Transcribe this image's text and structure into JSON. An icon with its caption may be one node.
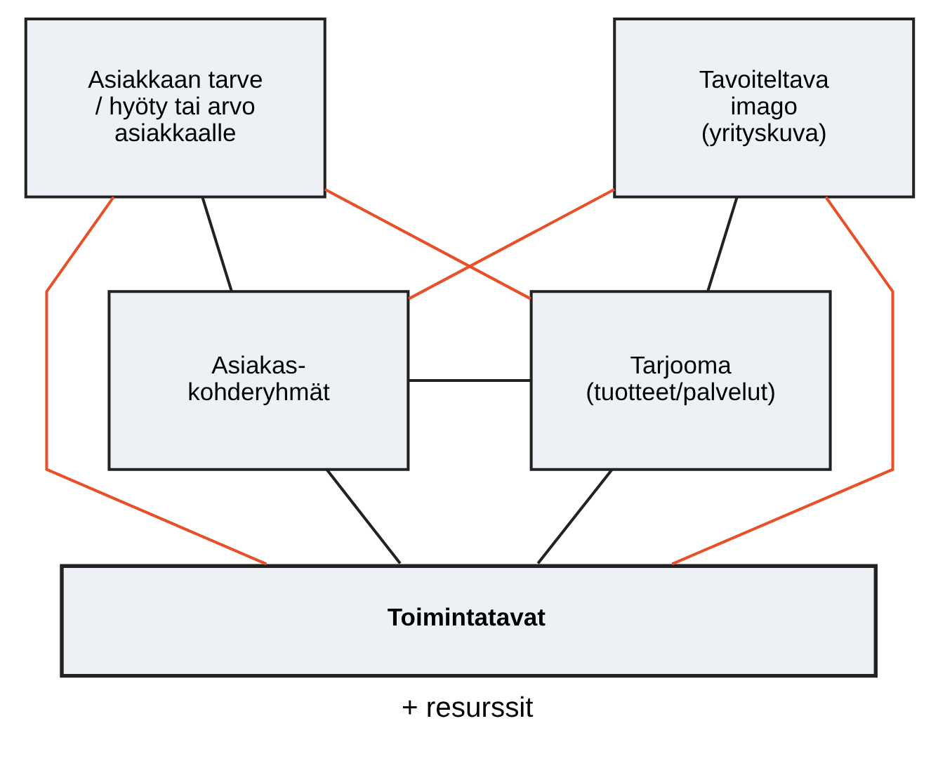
{
  "diagram": {
    "nodes": [
      {
        "text": [
          "Asiakkaan tarve / hyöty tai arvo asiakkaalle"
        ]
      },
      {
        "text": [
          "Tavoiteltava imago (yrityskuva)"
        ]
      },
      {
        "text": [
          "Asiakas- kohderyhmät"
        ]
      },
      {
        "text": [
          "Tarjooma (tuotteet/palvelut)"
        ]
      },
      {
        "text": [
          "Toimintatavat"
        ],
        "beside": [
          "+ resurssit"
        ]
      }
    ],
    "edges": [
      {
        "from": 0,
        "to": 2,
        "arrow": "none"
      },
      {
        "from": 1,
        "to": 3,
        "arrow": "none"
      },
      {
        "from": 0,
        "to": 3,
        "arrow": "none",
        "color": "#e8502a"
      },
      {
        "from": 1,
        "to": 2,
        "arrow": "none",
        "color": "#e8502a"
      },
      {
        "from": 2,
        "to": 3,
        "arrow": "none"
      },
      {
        "from": 2,
        "to": 4,
        "arrow": "none"
      },
      {
        "from": 3,
        "to": 4,
        "arrow": "none"
      },
      {
        "from": 0,
        "to": 4,
        "arrow": "none",
        "color": "#e8502a"
      },
      {
        "from": 1,
        "to": 4,
        "arrow": "none",
        "color": "#e8502a"
      }
    ]
  }
}
